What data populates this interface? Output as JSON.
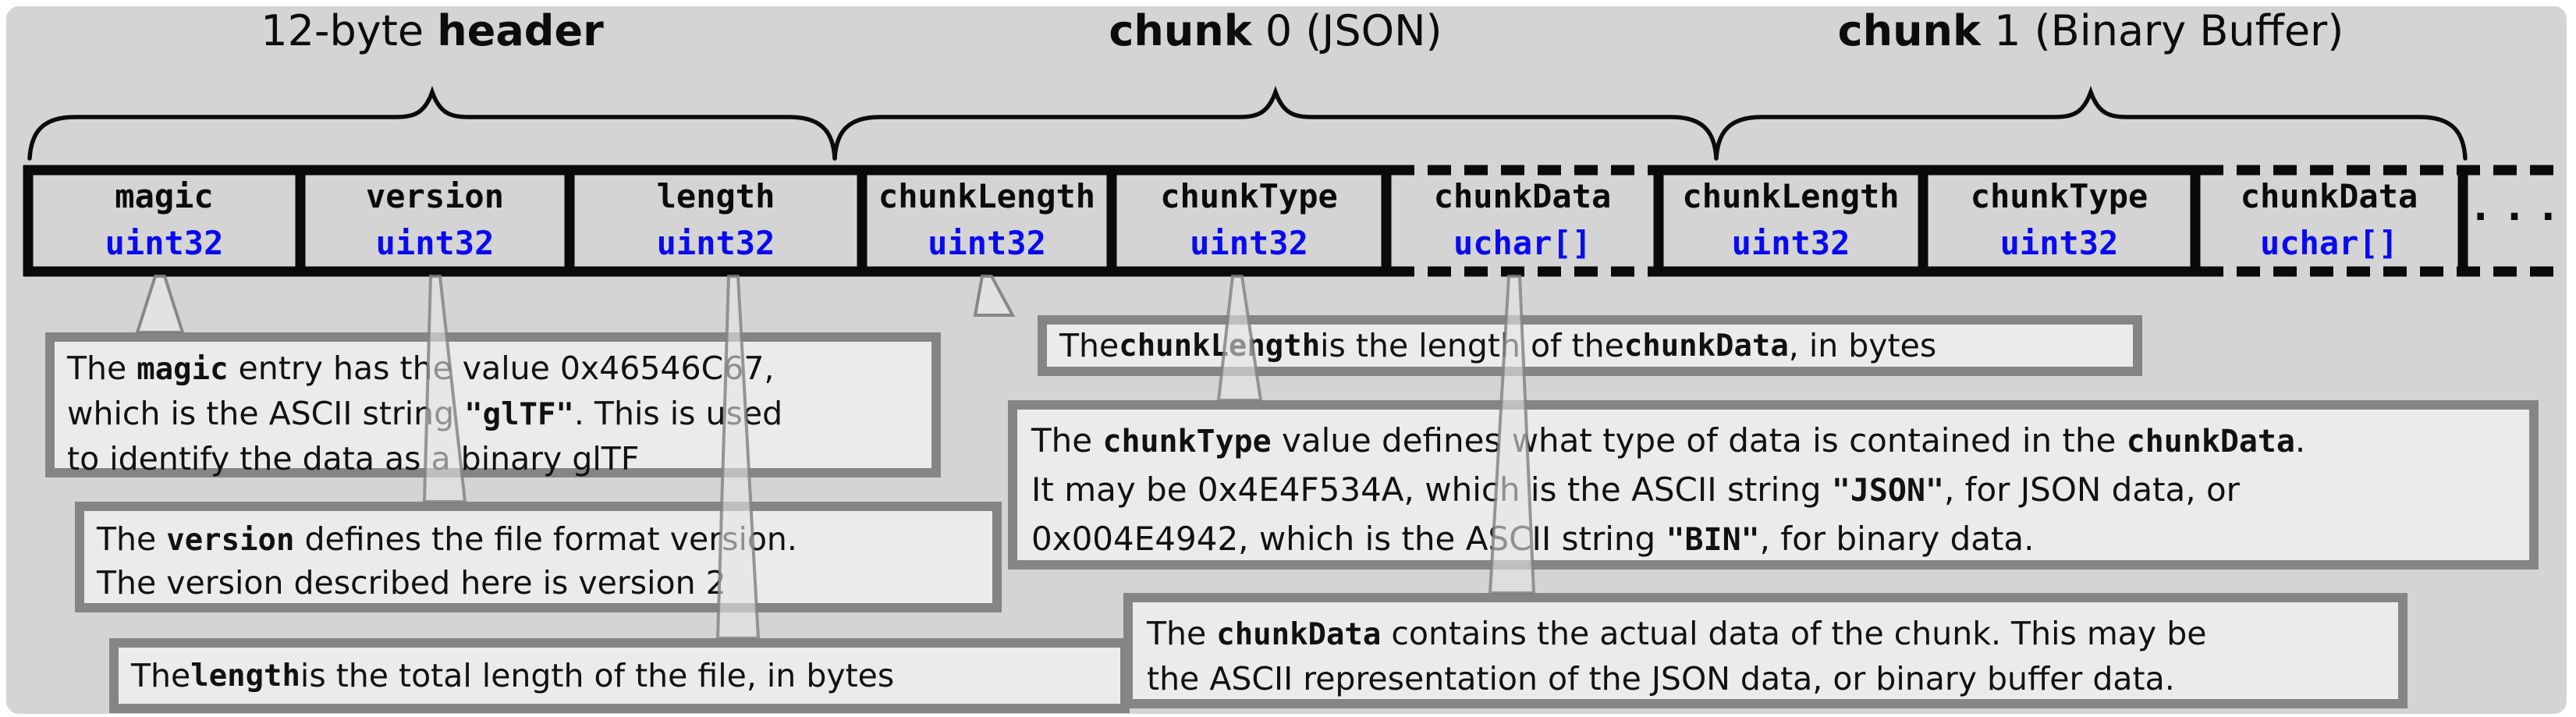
{
  "colors": {
    "panel_bg": "#d4d4d4",
    "table_border": "#0a0a0a",
    "type_blue": "#0a0af0",
    "callout_bg": "#ebebeb",
    "callout_border": "#858585",
    "leader_gray": "#808080"
  },
  "sections": [
    {
      "id": "header",
      "title_segments": [
        {
          "text": "12-byte "
        },
        {
          "text": "header",
          "style": "bold"
        }
      ]
    },
    {
      "id": "chunk0",
      "title_segments": [
        {
          "text": "chunk",
          "style": "bold"
        },
        {
          "text": " 0 (JSON)"
        }
      ]
    },
    {
      "id": "chunk1",
      "title_segments": [
        {
          "text": "chunk",
          "style": "bold"
        },
        {
          "text": " 1 (Binary Buffer)"
        }
      ]
    }
  ],
  "fields": [
    {
      "name": "magic",
      "type": "uint32",
      "dashed": false
    },
    {
      "name": "version",
      "type": "uint32",
      "dashed": false
    },
    {
      "name": "length",
      "type": "uint32",
      "dashed": false
    },
    {
      "name": "chunkLength",
      "type": "uint32",
      "dashed": false
    },
    {
      "name": "chunkType",
      "type": "uint32",
      "dashed": false
    },
    {
      "name": "chunkData",
      "type": "uchar[]",
      "dashed": true
    },
    {
      "name": "chunkLength",
      "type": "uint32",
      "dashed": false
    },
    {
      "name": "chunkType",
      "type": "uint32",
      "dashed": false
    },
    {
      "name": "chunkData",
      "type": "uchar[]",
      "dashed": true
    }
  ],
  "ellipsis": "...",
  "callouts": {
    "magic": {
      "segments": [
        {
          "text": "The "
        },
        {
          "text": "magic",
          "style": "code"
        },
        {
          "text": " entry has the value 0x46546C67,"
        },
        {
          "break": true
        },
        {
          "text": "which is the ASCII string "
        },
        {
          "text": "\"glTF\"",
          "style": "code"
        },
        {
          "text": ". This is used"
        },
        {
          "break": true
        },
        {
          "text": "to identify the data as a binary glTF"
        }
      ]
    },
    "version": {
      "segments": [
        {
          "text": "The "
        },
        {
          "text": "version",
          "style": "code"
        },
        {
          "text": " defines the file format version."
        },
        {
          "break": true
        },
        {
          "text": "The version described here is version 2"
        }
      ]
    },
    "length": {
      "segments": [
        {
          "text": "The "
        },
        {
          "text": "length",
          "style": "code"
        },
        {
          "text": " is the total length of the file, in bytes"
        }
      ]
    },
    "chunkLength": {
      "segments": [
        {
          "text": "The "
        },
        {
          "text": "chunkLength",
          "style": "code"
        },
        {
          "text": " is the length of the "
        },
        {
          "text": "chunkData",
          "style": "code"
        },
        {
          "text": ", in bytes"
        }
      ]
    },
    "chunkType": {
      "segments": [
        {
          "text": "The "
        },
        {
          "text": "chunkType",
          "style": "code"
        },
        {
          "text": " value defines what type of data is contained in the "
        },
        {
          "text": "chunkData",
          "style": "code"
        },
        {
          "text": "."
        },
        {
          "break": true
        },
        {
          "text": "It may be 0x4E4F534A, which is the ASCII string "
        },
        {
          "text": "\"JSON\"",
          "style": "code"
        },
        {
          "text": ", for JSON data, or"
        },
        {
          "break": true
        },
        {
          "text": "0x004E4942, which is the ASCII string "
        },
        {
          "text": "\"BIN\"",
          "style": "code"
        },
        {
          "text": ", for binary data."
        }
      ]
    },
    "chunkData": {
      "segments": [
        {
          "text": "The "
        },
        {
          "text": "chunkData",
          "style": "code"
        },
        {
          "text": " contains the actual data of the chunk. This may be"
        },
        {
          "break": true
        },
        {
          "text": "the ASCII representation of the JSON data, or binary buffer data."
        }
      ]
    }
  }
}
